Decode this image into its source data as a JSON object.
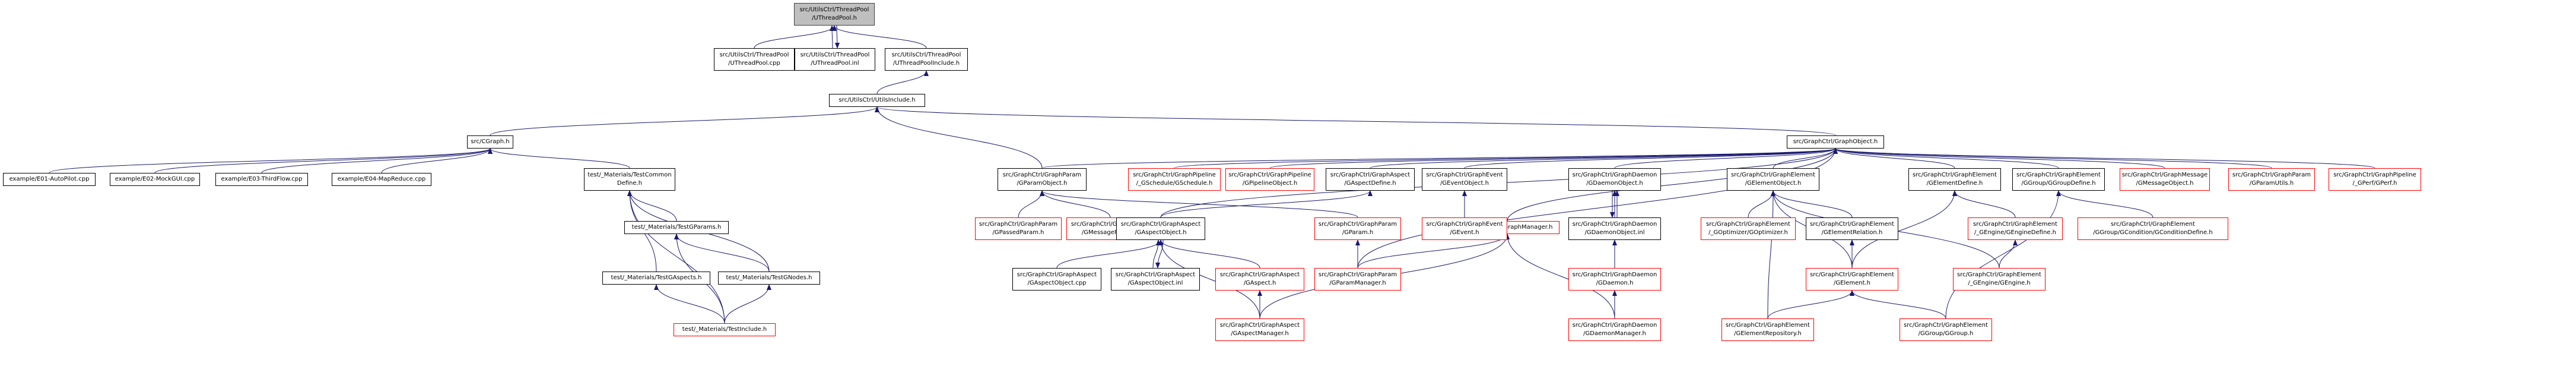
{
  "colors": {
    "node_border": "#000000",
    "truncated_border": "#ff0000",
    "root_fill": "#bfbfbf",
    "edge": "#191970"
  },
  "nodes": {
    "root": {
      "lines": [
        "src/UtilsCtrl/ThreadPool",
        "/UThreadPool.h"
      ],
      "style": "root"
    },
    "tp_cpp": {
      "lines": [
        "src/UtilsCtrl/ThreadPool",
        "/UThreadPool.cpp"
      ],
      "style": "black"
    },
    "tp_inl": {
      "lines": [
        "src/UtilsCtrl/ThreadPool",
        "/UThreadPool.inl"
      ],
      "style": "black"
    },
    "tp_inc": {
      "lines": [
        "src/UtilsCtrl/ThreadPool",
        "/UThreadPoolInclude.h"
      ],
      "style": "black"
    },
    "utils_inc": {
      "lines": [
        "src/UtilsCtrl/UtilsInclude.h"
      ],
      "style": "black"
    },
    "cgraph": {
      "lines": [
        "src/CGraph.h"
      ],
      "style": "black"
    },
    "gobject": {
      "lines": [
        "src/GraphCtrl/GraphObject.h"
      ],
      "style": "black"
    },
    "e01": {
      "lines": [
        "example/E01-AutoPilot.cpp"
      ],
      "style": "black"
    },
    "e02": {
      "lines": [
        "example/E02-MockGUI.cpp"
      ],
      "style": "black"
    },
    "e03": {
      "lines": [
        "example/E03-ThirdFlow.cpp"
      ],
      "style": "black"
    },
    "e04": {
      "lines": [
        "example/E04-MapReduce.cpp"
      ],
      "style": "black"
    },
    "tcd": {
      "lines": [
        "test/_Materials/TestCommon",
        "Define.h"
      ],
      "style": "black"
    },
    "tgparams": {
      "lines": [
        "test/_Materials/TestGParams.h"
      ],
      "style": "black"
    },
    "tgaspects": {
      "lines": [
        "test/_Materials/TestGAspects.h"
      ],
      "style": "black"
    },
    "tgnodes": {
      "lines": [
        "test/_Materials/TestGNodes.h"
      ],
      "style": "black"
    },
    "tinclude": {
      "lines": [
        "test/_Materials/TestInclude.h"
      ],
      "style": "red"
    },
    "gparamobj": {
      "lines": [
        "src/GraphCtrl/GraphParam",
        "/GParamObject.h"
      ],
      "style": "black"
    },
    "gschedule": {
      "lines": [
        "src/GraphCtrl/GraphPipeline",
        "/_GSchedule/GSchedule.h"
      ],
      "style": "red"
    },
    "gpipeobj": {
      "lines": [
        "src/GraphCtrl/GraphPipeline",
        "/GPipelineObject.h"
      ],
      "style": "red"
    },
    "gaspdefine": {
      "lines": [
        "src/GraphCtrl/GraphAspect",
        "/GAspectDefine.h"
      ],
      "style": "black"
    },
    "geventobj": {
      "lines": [
        "src/GraphCtrl/GraphEvent",
        "/GEventObject.h"
      ],
      "style": "black"
    },
    "gmanager": {
      "lines": [
        "src/GraphCtrl/GraphManager.h"
      ],
      "style": "red"
    },
    "gdaemonobj": {
      "lines": [
        "src/GraphCtrl/GraphDaemon",
        "/GDaemonObject.h"
      ],
      "style": "black"
    },
    "gelemobj": {
      "lines": [
        "src/GraphCtrl/GraphElement",
        "/GElementObject.h"
      ],
      "style": "black"
    },
    "gelemdef": {
      "lines": [
        "src/GraphCtrl/GraphElement",
        "/GElementDefine.h"
      ],
      "style": "black"
    },
    "ggroupdef": {
      "lines": [
        "src/GraphCtrl/GraphElement",
        "/GGroup/GGroupDefine.h"
      ],
      "style": "black"
    },
    "gmsgobj": {
      "lines": [
        "src/GraphCtrl/GraphMessage",
        "/GMessageObject.h"
      ],
      "style": "red"
    },
    "gparamutils": {
      "lines": [
        "src/GraphCtrl/GraphParam",
        "/GParamUtils.h"
      ],
      "style": "red"
    },
    "gperf": {
      "lines": [
        "src/GraphCtrl/GraphPipeline",
        "/_GPerf/GPerf.h"
      ],
      "style": "red"
    },
    "gpassed": {
      "lines": [
        "src/GraphCtrl/GraphParam",
        "/GPassedParam.h"
      ],
      "style": "red"
    },
    "gmsgparam": {
      "lines": [
        "src/GraphCtrl/GraphParam",
        "/GMessageParam.h"
      ],
      "style": "red"
    },
    "gaspobj": {
      "lines": [
        "src/GraphCtrl/GraphAspect",
        "/GAspectObject.h"
      ],
      "style": "black"
    },
    "gparam": {
      "lines": [
        "src/GraphCtrl/GraphParam",
        "/GParam.h"
      ],
      "style": "red"
    },
    "gevent": {
      "lines": [
        "src/GraphCtrl/GraphEvent",
        "/GEvent.h"
      ],
      "style": "red"
    },
    "gdaemoninl": {
      "lines": [
        "src/GraphCtrl/GraphDaemon",
        "/GDaemonObject.inl"
      ],
      "style": "black"
    },
    "gdaemon": {
      "lines": [
        "src/GraphCtrl/GraphDaemon",
        "/GDaemon.h"
      ],
      "style": "red"
    },
    "goptimizer": {
      "lines": [
        "src/GraphCtrl/GraphElement",
        "/_GOptimizer/GOptimizer.h"
      ],
      "style": "red"
    },
    "gelemrel": {
      "lines": [
        "src/GraphCtrl/GraphElement",
        "/GElementRelation.h"
      ],
      "style": "black"
    },
    "gelem": {
      "lines": [
        "src/GraphCtrl/GraphElement",
        "/GElement.h"
      ],
      "style": "red"
    },
    "genginedef": {
      "lines": [
        "src/GraphCtrl/GraphElement",
        "/_GEngine/GEngineDefine.h"
      ],
      "style": "red"
    },
    "gengine": {
      "lines": [
        "src/GraphCtrl/GraphElement",
        "/_GEngine/GEngine.h"
      ],
      "style": "red"
    },
    "gconddef": {
      "lines": [
        "src/GraphCtrl/GraphElement",
        "/GGroup/GCondition/GConditionDefine.h"
      ],
      "style": "red"
    },
    "gaspobjcpp": {
      "lines": [
        "src/GraphCtrl/GraphAspect",
        "/GAspectObject.cpp"
      ],
      "style": "black"
    },
    "gaspobjinl": {
      "lines": [
        "src/GraphCtrl/GraphAspect",
        "/GAspectObject.inl"
      ],
      "style": "black"
    },
    "gaspect": {
      "lines": [
        "src/GraphCtrl/GraphAspect",
        "/GAspect.h"
      ],
      "style": "red"
    },
    "gparammgr": {
      "lines": [
        "src/GraphCtrl/GraphParam",
        "/GParamManager.h"
      ],
      "style": "red"
    },
    "gaspmgr": {
      "lines": [
        "src/GraphCtrl/GraphAspect",
        "/GAspectManager.h"
      ],
      "style": "red"
    },
    "gdaemonmgr": {
      "lines": [
        "src/GraphCtrl/GraphDaemon",
        "/GDaemonManager.h"
      ],
      "style": "red"
    },
    "gelemrepo": {
      "lines": [
        "src/GraphCtrl/GraphElement",
        "/GElementRepository.h"
      ],
      "style": "red"
    },
    "ggroup": {
      "lines": [
        "src/GraphCtrl/GraphElement",
        "/GGroup/GGroup.h"
      ],
      "style": "red"
    }
  },
  "edges": [
    [
      "root",
      "tp_cpp"
    ],
    [
      "root",
      "tp_inl"
    ],
    [
      "tp_inl",
      "root"
    ],
    [
      "root",
      "tp_inc"
    ],
    [
      "tp_inc",
      "utils_inc"
    ],
    [
      "utils_inc",
      "cgraph"
    ],
    [
      "utils_inc",
      "gobject"
    ],
    [
      "utils_inc",
      "gparamobj"
    ],
    [
      "cgraph",
      "e01"
    ],
    [
      "cgraph",
      "e02"
    ],
    [
      "cgraph",
      "e03"
    ],
    [
      "cgraph",
      "e04"
    ],
    [
      "cgraph",
      "tcd"
    ],
    [
      "tcd",
      "tgparams"
    ],
    [
      "tcd",
      "tgaspects"
    ],
    [
      "tcd",
      "tgnodes"
    ],
    [
      "tcd",
      "tinclude"
    ],
    [
      "tgparams",
      "tgnodes"
    ],
    [
      "tgparams",
      "tinclude"
    ],
    [
      "tgaspects",
      "tinclude"
    ],
    [
      "tgnodes",
      "tinclude"
    ],
    [
      "gobject",
      "gparamobj"
    ],
    [
      "gobject",
      "gschedule"
    ],
    [
      "gobject",
      "gpipeobj"
    ],
    [
      "gobject",
      "gaspdefine"
    ],
    [
      "gobject",
      "geventobj"
    ],
    [
      "gobject",
      "gmanager"
    ],
    [
      "gobject",
      "gdaemonobj"
    ],
    [
      "gobject",
      "gelemobj"
    ],
    [
      "gobject",
      "gelemdef"
    ],
    [
      "gobject",
      "ggroupdef"
    ],
    [
      "gobject",
      "gmsgobj"
    ],
    [
      "gobject",
      "gparamutils"
    ],
    [
      "gobject",
      "gperf"
    ],
    [
      "gobject",
      "gaspobj"
    ],
    [
      "gobject",
      "gparammgr"
    ],
    [
      "gparamobj",
      "gpassed"
    ],
    [
      "gparamobj",
      "gmsgparam"
    ],
    [
      "gparamobj",
      "gparam"
    ],
    [
      "gaspdefine",
      "gaspobj"
    ],
    [
      "geventobj",
      "gevent"
    ],
    [
      "gdaemonobj",
      "gdaemoninl"
    ],
    [
      "gdaemoninl",
      "gdaemonobj"
    ],
    [
      "gdaemonobj",
      "gdaemon"
    ],
    [
      "gdaemoninl",
      "gdaemon"
    ],
    [
      "gelemobj",
      "goptimizer"
    ],
    [
      "gelemobj",
      "gelemrel"
    ],
    [
      "gelemobj",
      "gelem"
    ],
    [
      "gelemobj",
      "gengine"
    ],
    [
      "gelemobj",
      "gelemrepo"
    ],
    [
      "gelemdef",
      "gelem"
    ],
    [
      "gelemdef",
      "genginedef"
    ],
    [
      "ggroupdef",
      "gconddef"
    ],
    [
      "ggroupdef",
      "ggroup"
    ],
    [
      "gelemrel",
      "gelem"
    ],
    [
      "genginedef",
      "gengine"
    ],
    [
      "gelem",
      "gelemrepo"
    ],
    [
      "gelem",
      "ggroup"
    ],
    [
      "gaspobj",
      "gaspobjcpp"
    ],
    [
      "gaspobj",
      "gaspobjinl"
    ],
    [
      "gaspobjinl",
      "gaspobj"
    ],
    [
      "gaspobj",
      "gaspect"
    ],
    [
      "gaspobj",
      "gaspmgr"
    ],
    [
      "gaspect",
      "gaspmgr"
    ],
    [
      "gparam",
      "gparammgr"
    ],
    [
      "gmanager",
      "gparammgr"
    ],
    [
      "gmanager",
      "gaspmgr"
    ],
    [
      "gmanager",
      "gdaemonmgr"
    ],
    [
      "gdaemon",
      "gdaemonmgr"
    ]
  ]
}
